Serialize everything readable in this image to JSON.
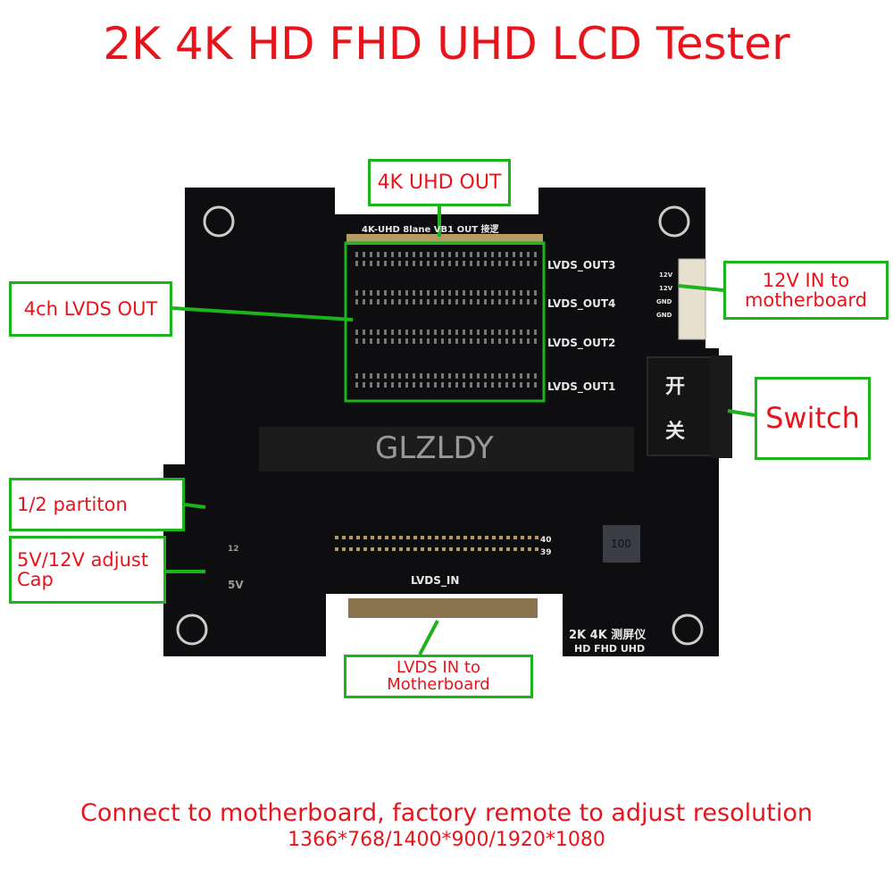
{
  "title": "2K 4K HD FHD UHD LCD Tester",
  "callouts": {
    "uhd_out": "4K UHD OUT",
    "lvds_out": "4ch LVDS OUT",
    "power_in": "12V IN to motherboard",
    "switch": "Switch",
    "partition": "1/2 partiton",
    "adjust_cap": "5V/12V adjust Cap",
    "lvds_in": "LVDS IN to Motherboard"
  },
  "board_labels": {
    "top_connector": "4K-UHD 8lane VB1 OUT 接逻",
    "out3": "LVDS_OUT3",
    "out4": "LVDS_OUT4",
    "out2": "LVDS_OUT2",
    "out1": "LVDS_OUT1",
    "lvds_in": "LVDS_IN",
    "switch_top": "开",
    "switch_bottom": "关",
    "model_line1": "2K 4K 测屏仪",
    "model_line2": "HD FHD UHD",
    "inductor": "100",
    "v5": "5V",
    "v12": "12",
    "pin40": "40",
    "pin39": "39",
    "power_pins": [
      "12V",
      "12V",
      "GND",
      "GND"
    ]
  },
  "watermark": "GLZLDY",
  "bottom": {
    "line1": "Connect to motherboard, factory remote to adjust resolution",
    "line2": "1366*768/1400*900/1920*1080"
  },
  "colors": {
    "text_red": "#e8141c",
    "callout_green": "#1db31d",
    "pcb": "#0e0e10"
  }
}
